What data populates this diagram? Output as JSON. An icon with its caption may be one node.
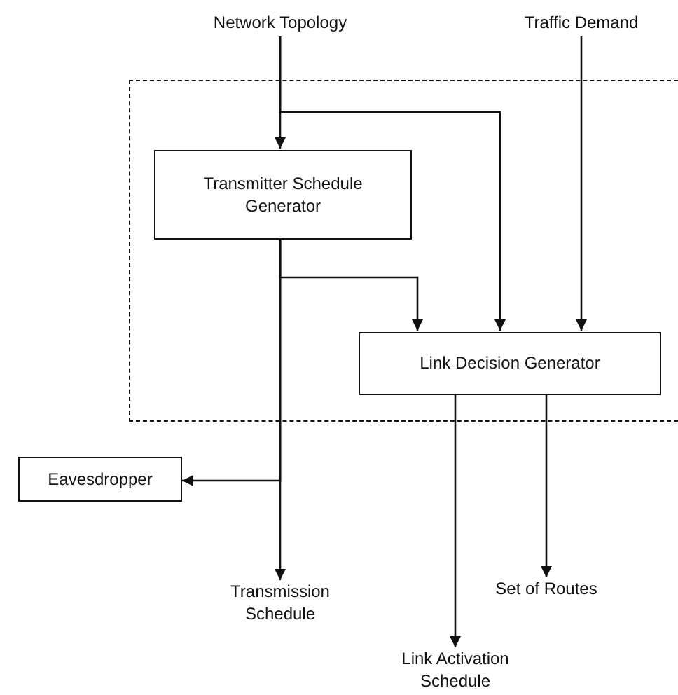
{
  "diagram": {
    "nodes": [
      {
        "text": [
          "Network Topology"
        ]
      },
      {
        "text": [
          "Traffic Demand"
        ]
      },
      {
        "text": [],
        "shape": "box"
      },
      {
        "text": [
          "Transmitter Schedule Generator"
        ],
        "in": 2
      },
      {
        "text": [
          "Link Decision Generator"
        ],
        "in": 2
      },
      {
        "text": [
          "Eavesdropper"
        ]
      },
      {
        "text": [
          "Transmission Schedule"
        ]
      },
      {
        "text": [
          "Set of Routes"
        ]
      },
      {
        "text": [
          "Link Activation Schedule"
        ]
      }
    ],
    "edges": [
      {
        "from": 0,
        "to": 3,
        "arrow": "to"
      },
      {
        "from": 0,
        "to": 4,
        "arrow": "to"
      },
      {
        "from": 1,
        "to": 4,
        "arrow": "to"
      },
      {
        "from": 3,
        "to": 4,
        "arrow": "to"
      },
      {
        "from": 3,
        "to": 6,
        "arrow": "to"
      },
      {
        "from": 3,
        "to": 5,
        "arrow": "to"
      },
      {
        "from": 4,
        "to": 8,
        "arrow": "to"
      },
      {
        "from": 4,
        "to": 7,
        "arrow": "to"
      }
    ]
  }
}
